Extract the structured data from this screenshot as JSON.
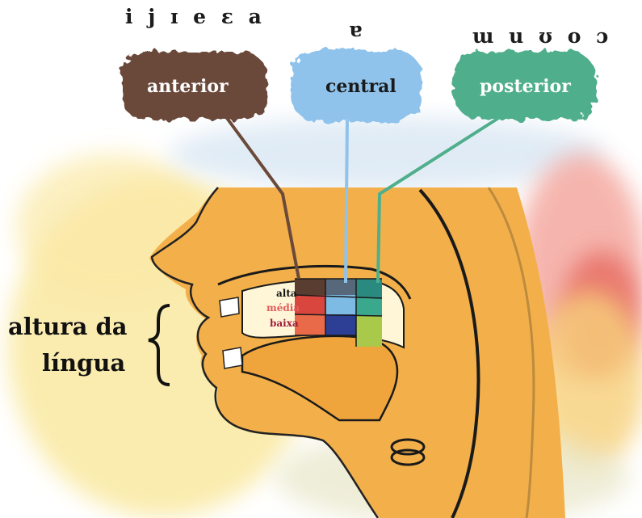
{
  "vowels": {
    "anterior": "i j ɪ e ɛ a",
    "central": "ɐ",
    "posterior": "ɯ u ʊ o ɔ"
  },
  "clouds": {
    "anterior": "anterior",
    "central": "central",
    "posterior": "posterior"
  },
  "heights": {
    "alta": "alta",
    "media": "média",
    "baixa": "baixa"
  },
  "side_label": {
    "line1": "altura da",
    "line2": "língua"
  },
  "colors": {
    "anterior_cloud": "#6b4a3a",
    "central_cloud": "#8fc3ec",
    "posterior_cloud": "#4fae8c",
    "skin": "#f3b04a",
    "grid_row_alta": [
      "#5a3d31",
      "#56687a",
      "#2a8a80"
    ],
    "grid_row_media": [
      "#d9463e",
      "#7dbbe4",
      "#3aa88c"
    ],
    "grid_row_baixa": [
      "#e86a48",
      "#2d3f94",
      "#a8c94a"
    ]
  }
}
